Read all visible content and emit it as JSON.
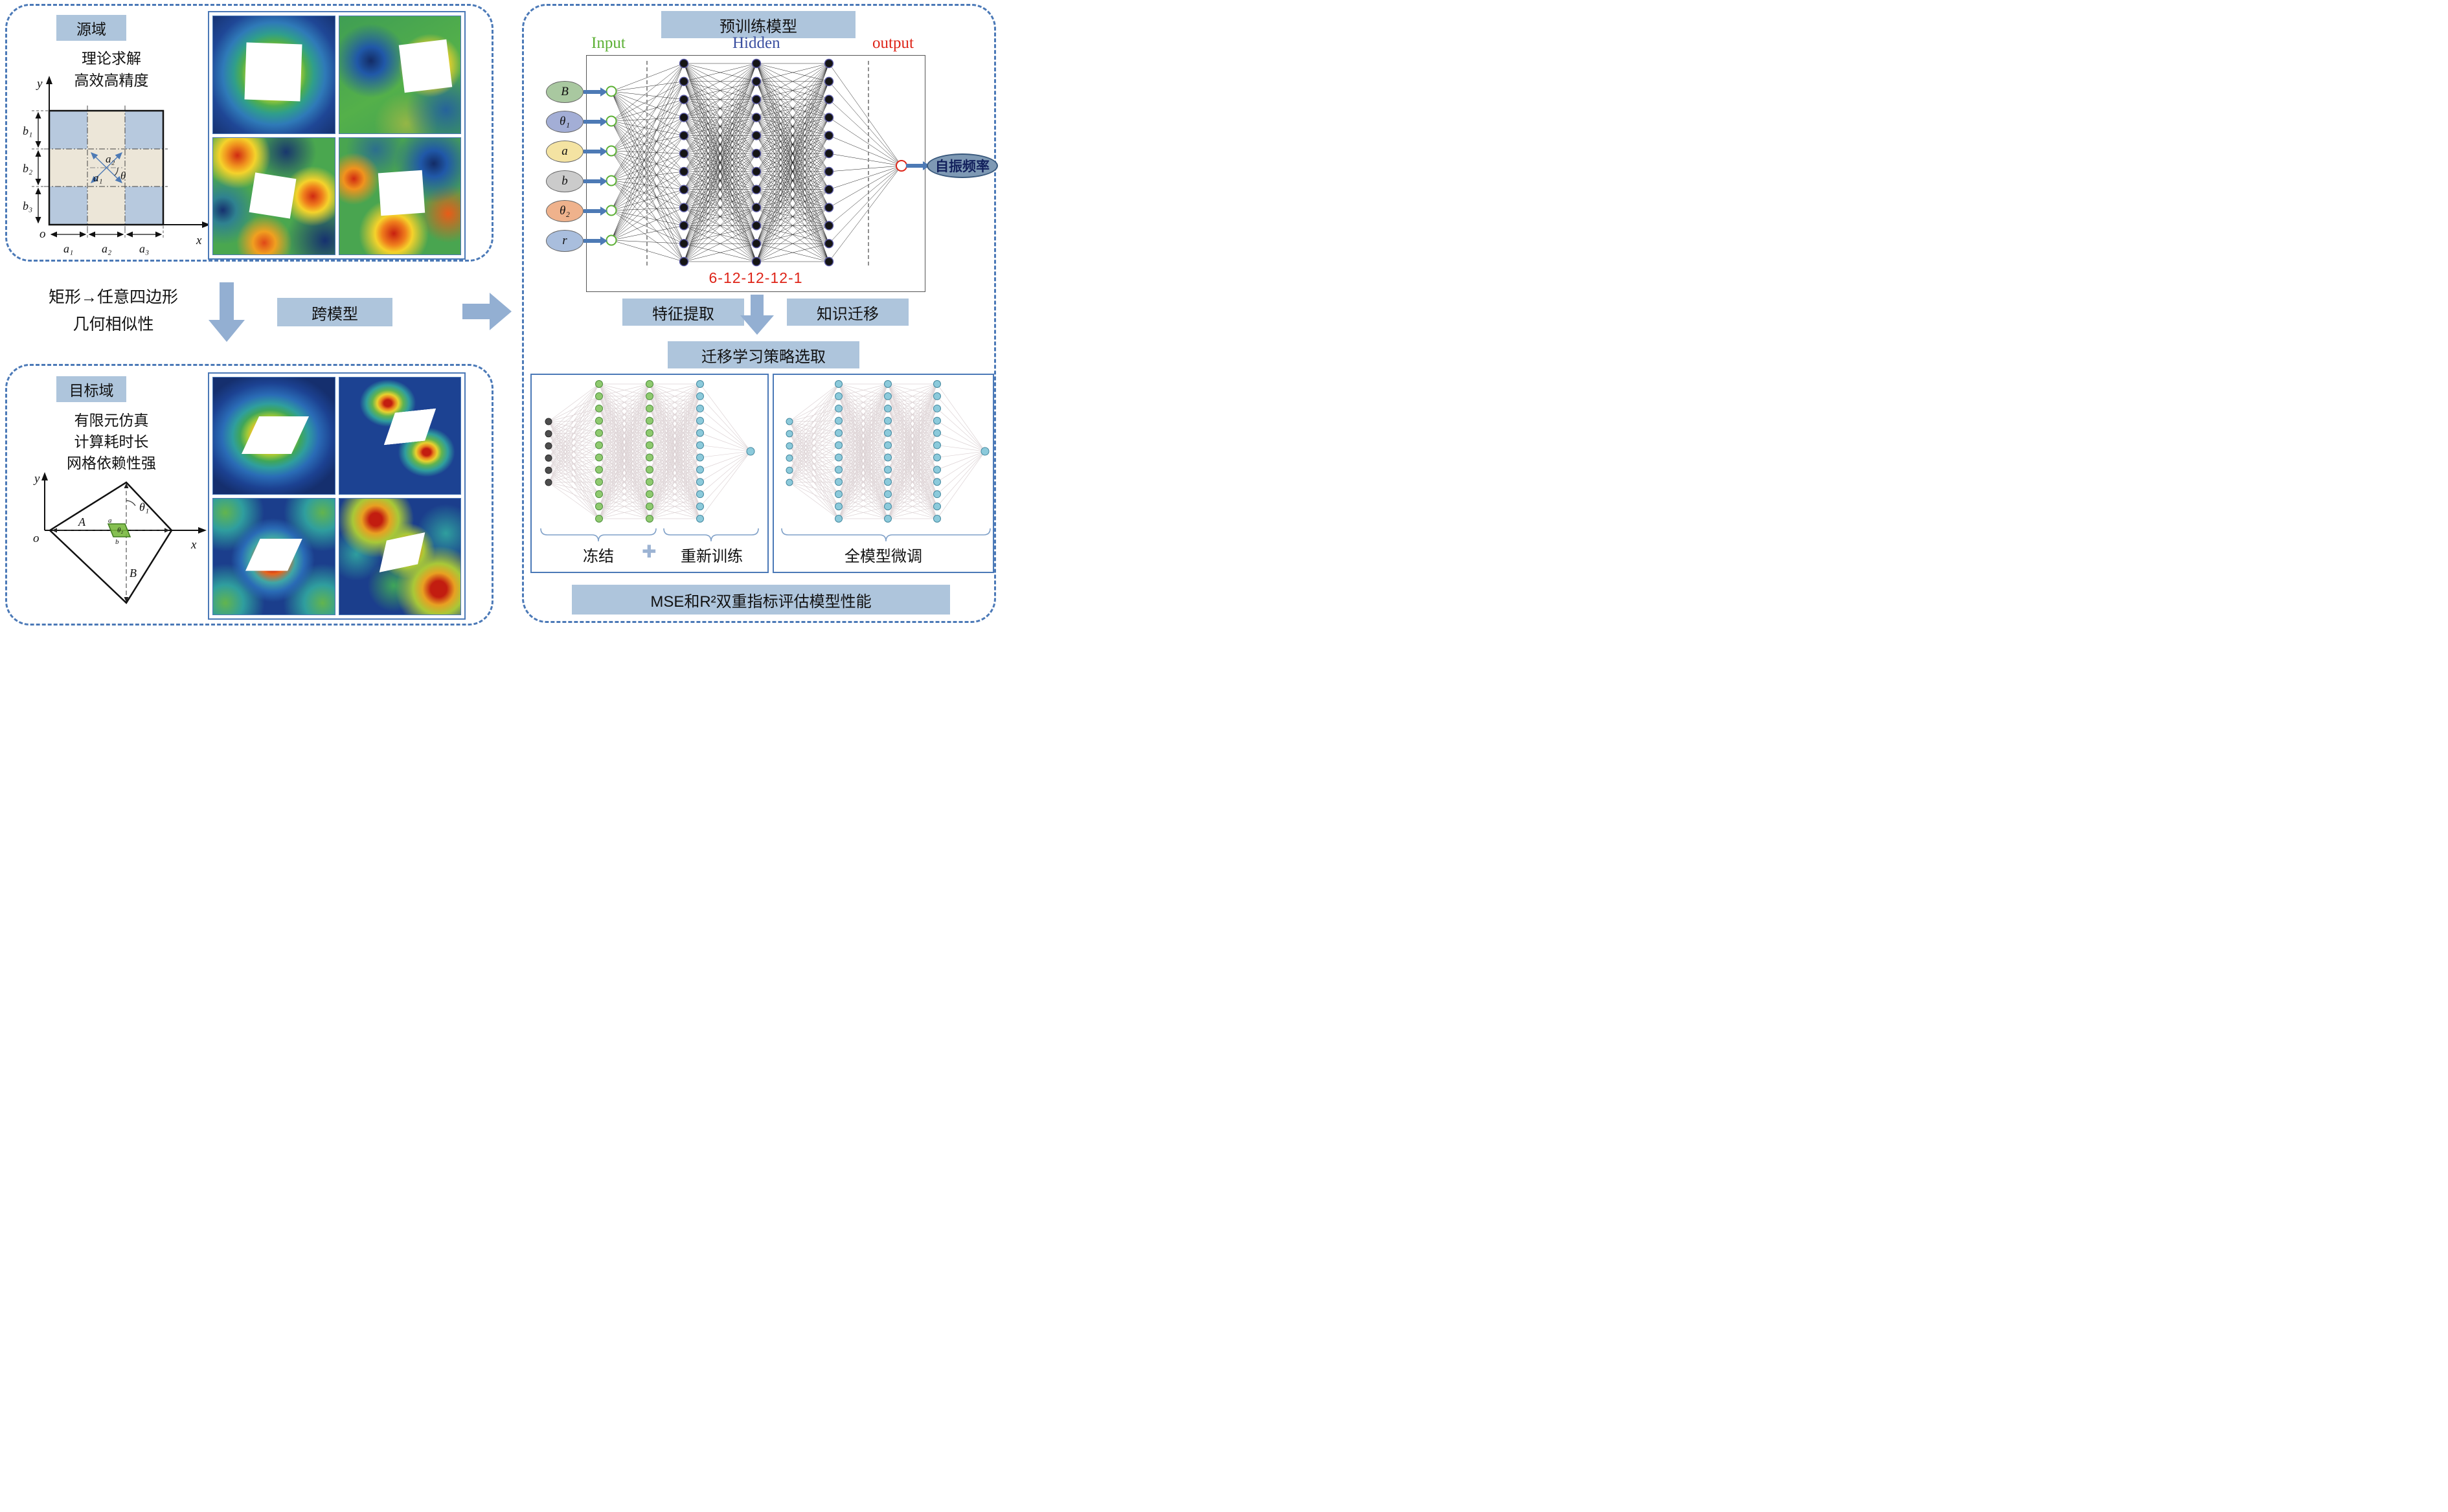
{
  "colors": {
    "accent_blue": "#4b79b7",
    "label_bg": "#aec5dc",
    "arrow_blue": "#93afd2",
    "input_green": "#5cb035",
    "hidden_blue": "#3a4fa0",
    "output_red": "#de2418",
    "frozen_green": "#8fca6f",
    "retrain_cyan": "#8ccadb",
    "net_line": "#1f1f1f",
    "sub_net_line": "#ddd3d5"
  },
  "source": {
    "label": "源域",
    "line1": "理论求解",
    "line2": "高效高精度",
    "geometry": {
      "y": "y",
      "x": "x",
      "o": "o",
      "b1": "b₁",
      "b2": "b₂",
      "b3": "b₃",
      "a1": "a₁",
      "a2": "a₂",
      "a3": "a₃",
      "a1_diag": "a₁",
      "a2_diag": "a₂",
      "theta": "θ"
    }
  },
  "transition": {
    "line1": "矩形→任意四边形",
    "line2": "几何相似性",
    "cross_model": "跨模型"
  },
  "target": {
    "label": "目标域",
    "line1": "有限元仿真",
    "line2": "计算耗时长",
    "line3": "网格依赖性强",
    "geometry": {
      "y": "y",
      "x": "x",
      "o": "o",
      "A": "A",
      "B": "B",
      "theta1": "θ₁",
      "a": "a",
      "b": "b",
      "theta2": "θ₂"
    }
  },
  "pretrain": {
    "title": "预训练模型",
    "input_label": "Input",
    "hidden_label": "Hidden",
    "output_label": "output",
    "inputs": [
      {
        "label": "B",
        "color": "#a9c8a0"
      },
      {
        "label": "θ₁",
        "color": "#a3aed6"
      },
      {
        "label": "a",
        "color": "#f4e3a2"
      },
      {
        "label": "b",
        "color": "#cbcbcb"
      },
      {
        "label": "θ₂",
        "color": "#efb28c"
      },
      {
        "label": "r",
        "color": "#a9bedd"
      }
    ],
    "architecture": "6-12-12-12-1",
    "output_node": "自振频率",
    "feature_extraction": "特征提取",
    "knowledge_transfer": "知识迁移"
  },
  "strategy": {
    "title": "迁移学习策略选取",
    "freeze": "冻结",
    "plus": "✚",
    "retrain": "重新训练",
    "finetune": "全模型微调"
  },
  "evaluation": "MSE和R²双重指标评估模型性能"
}
